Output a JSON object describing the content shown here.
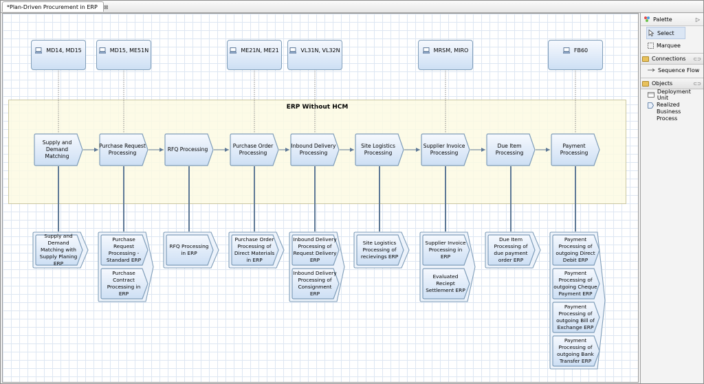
{
  "editor": {
    "tab_title": "*Plan-Driven Procurement in ERP",
    "tab_close": "⊠"
  },
  "diagram": {
    "pool_title": "ERP Without HCM",
    "deployment_units": [
      {
        "label": "MD14, MD15"
      },
      {
        "label": "MD15, ME51N"
      },
      {
        "label": "ME21N, ME21"
      },
      {
        "label": "VL31N, VL32N"
      },
      {
        "label": "MRSM, MIRO"
      },
      {
        "label": "FB60"
      }
    ],
    "processes": [
      {
        "label": "Supply and Demand Matching"
      },
      {
        "label": "Purchase Request Processing"
      },
      {
        "label": "RFQ Processing"
      },
      {
        "label": "Purchase Order Processing"
      },
      {
        "label": "Inbound Delivery Processing"
      },
      {
        "label": "Site Logistics Processing"
      },
      {
        "label": "Supplier Invoice Processing"
      },
      {
        "label": "Due Item Processing"
      },
      {
        "label": "Payment Processing"
      }
    ],
    "realized_groups": [
      {
        "items": [
          "Supply and Demand Matching with Supply Planing ERP"
        ]
      },
      {
        "items": [
          "Purchase Request Processing - Standard ERP",
          "Purchase Contract Processing in ERP"
        ]
      },
      {
        "items": [
          "RFQ Processing in ERP"
        ]
      },
      {
        "items": [
          "Purchase Order Processing of Direct Materials in ERP"
        ]
      },
      {
        "items": [
          "Inbound Delivery Processing of Request Delivery ERP",
          "Inbound Delivery Processing of Consignment ERP"
        ]
      },
      {
        "items": [
          "Site Logistics Processing of recievings ERP"
        ]
      },
      {
        "items": [
          "Supplier Invoice Processing in ERP",
          "Evaluated Reciept Settlement ERP"
        ]
      },
      {
        "items": [
          "Due Item Processing of due payment order ERP"
        ]
      },
      {
        "items": [
          "Payment Processing of outgoing Direct Debit ERP",
          "Payment Processing of outgoing Cheque Payment ERP",
          "Payment Processing of outgoing Bill of Exchange ERP",
          "Payment Processing of outgoing Bank Transfer ERP"
        ]
      }
    ]
  },
  "palette": {
    "title": "Palette",
    "tools": [
      {
        "label": "Select"
      },
      {
        "label": "Marquee"
      }
    ],
    "connections_title": "Connections",
    "connections": [
      {
        "label": "Sequence Flow"
      }
    ],
    "objects_title": "Objects",
    "objects": [
      {
        "label": "Deployment Unit"
      },
      {
        "label": "Realized Business Process"
      }
    ]
  },
  "colors": {
    "node_fill_top": "#f6f9fe",
    "node_fill_bottom": "#cddff4",
    "node_border": "#7f9db9",
    "pool_fill": "#fcfae2",
    "connector": "#5d7896"
  }
}
